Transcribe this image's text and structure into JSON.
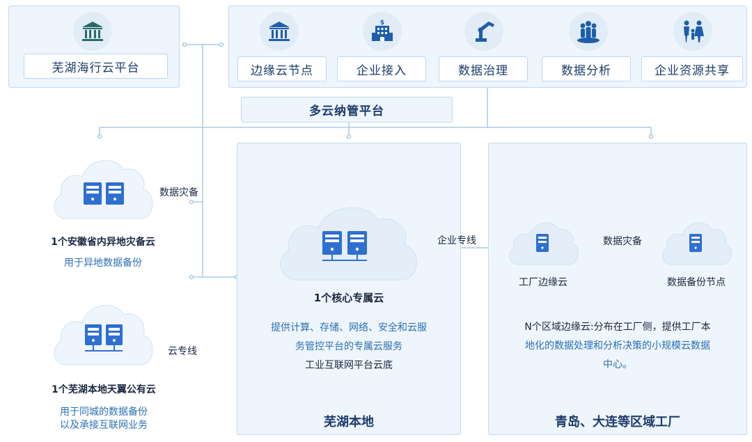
{
  "platform": {
    "title": "芜湖海行云平台",
    "icon": "bank-icon"
  },
  "services": {
    "items": [
      {
        "label": "边缘云节点",
        "icon": "bank-icon"
      },
      {
        "label": "企业接入",
        "icon": "enterprise-building-icon"
      },
      {
        "label": "数据治理",
        "icon": "robot-arm-icon"
      },
      {
        "label": "数据分析",
        "icon": "people-group-icon"
      },
      {
        "label": "企业资源共享",
        "icon": "family-icon"
      }
    ]
  },
  "multicloud": {
    "title": "多云纳管平台"
  },
  "disaster_cloud": {
    "link_label": "数据灾备",
    "title": "1个安徽省内异地灾备云",
    "subtitle": "用于异地数据备份"
  },
  "public_cloud": {
    "link_label": "云专线",
    "title": "1个芜湖本地天翼公有云",
    "subtitle_line1": "用于同城的数据备份",
    "subtitle_line2": "以及承接互联网业务"
  },
  "local": {
    "core_title": "1个核心专属云",
    "desc_line1": "提供计算、存储、网络、安全和云服",
    "desc_line2": "务管控平台的专属云服务",
    "desc_line3": "工业互联网平台云底",
    "footer": "芜湖本地"
  },
  "regional": {
    "link_label": "企业专线",
    "factory_cloud": "工厂边缘云",
    "backup_link": "数据灾备",
    "backup_node": "数据备份节点",
    "desc_line1": "N个区域边缘云:分布在工厂侧，提供工厂本",
    "desc_line2": "地化的数据处理和分析决策的小规模云数据",
    "desc_line3": "中心。",
    "footer": "青岛、大连等区域工厂"
  },
  "colors": {
    "panel_bg": "#eef5fc",
    "panel_border": "#c3d9ef",
    "accent_blue": "#2a6fb5",
    "server_blue": "#2e6fd0",
    "line_color": "#9dbfe0"
  }
}
